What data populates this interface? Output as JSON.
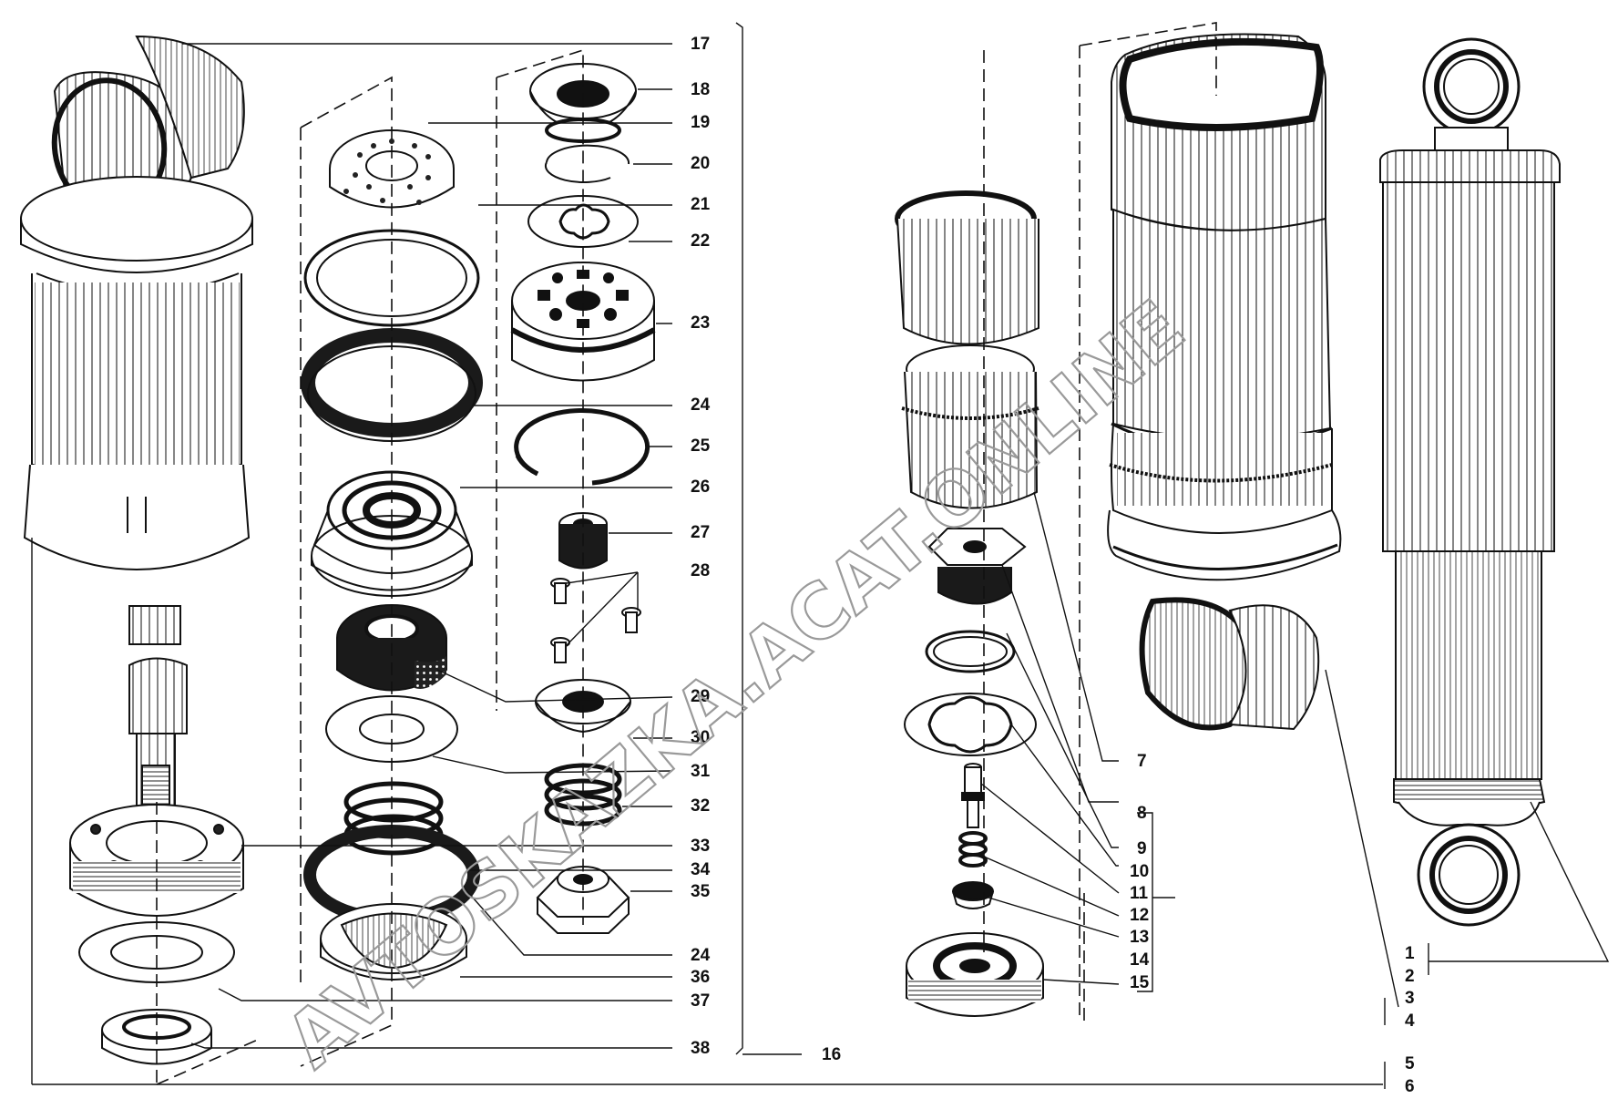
{
  "diagram": {
    "type": "exploded-parts-diagram",
    "callouts": [
      "1",
      "2",
      "3",
      "4",
      "5",
      "6",
      "7",
      "8",
      "9",
      "10",
      "11",
      "12",
      "13",
      "14",
      "15",
      "16",
      "17",
      "18",
      "19",
      "20",
      "21",
      "22",
      "23",
      "24",
      "25",
      "26",
      "27",
      "28",
      "29",
      "30",
      "31",
      "32",
      "33",
      "34",
      "35",
      "24",
      "36",
      "37",
      "38"
    ],
    "watermark": "AVTOSKAZKA.ACAT.ONLINE",
    "colors": {
      "line": "#111111",
      "fill": "#ffffff",
      "dark": "#1a1a1a",
      "watermark": "#9a9a9a"
    }
  }
}
